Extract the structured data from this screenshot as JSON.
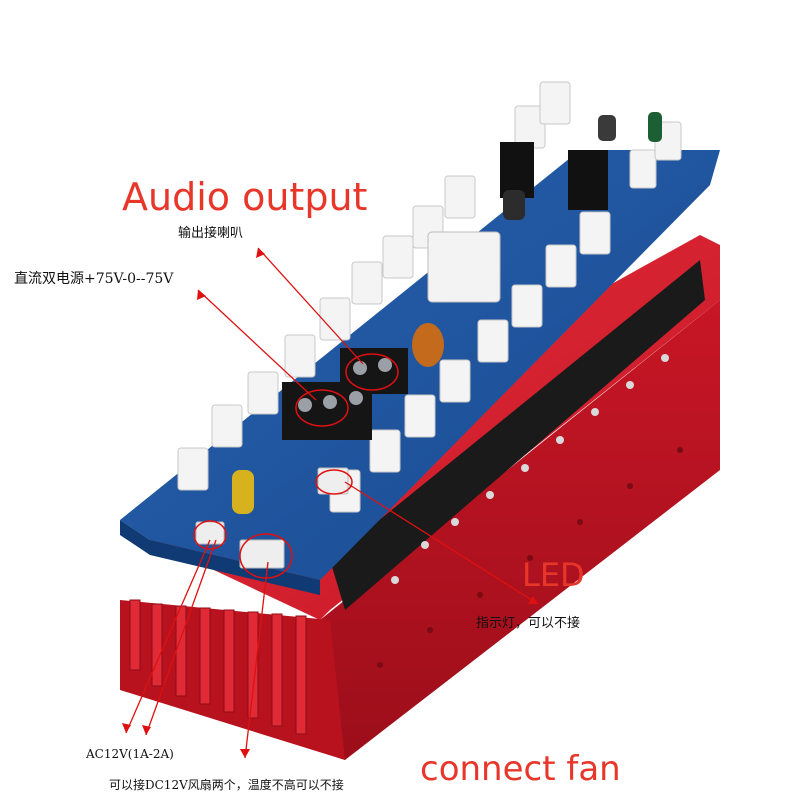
{
  "labels": {
    "audio_output": "Audio output",
    "speaker_cn": "输出接喇叭",
    "power_cn": "直流双电源+75V-0--75V",
    "led": "LED",
    "led_cn": "指示灯，可以不接",
    "ac12v": "AC12V(1A-2A)",
    "fan_cn": "可以接DC12V风扇两个，温度不高可以不接",
    "connect_fan": "connect fan"
  },
  "colors": {
    "label_red": "#e8362a",
    "heatsink_red": "#d81c2a",
    "pcb_blue": "#1d4f9a",
    "annotation_red": "#e01010"
  }
}
